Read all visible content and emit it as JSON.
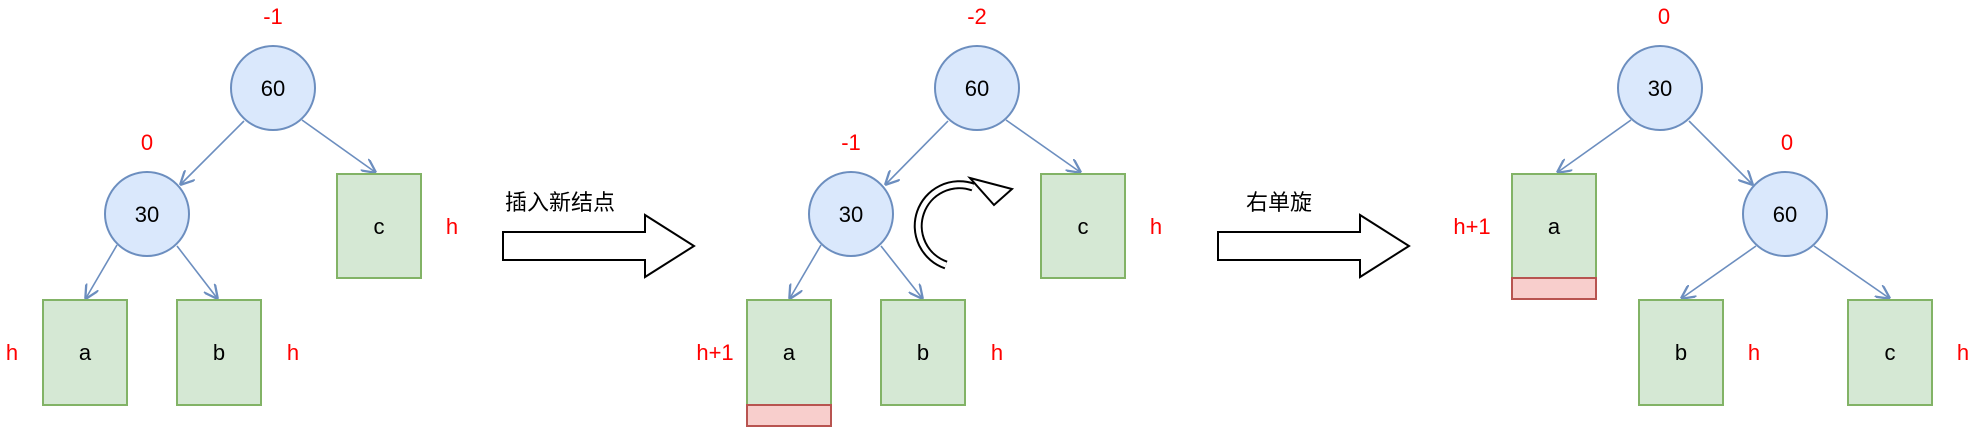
{
  "colors": {
    "node_fill": "#dae8fc",
    "node_stroke": "#6c8ebf",
    "box_fill": "#d5e8d4",
    "box_stroke": "#82b366",
    "ext_fill": "#f8cecc",
    "ext_stroke": "#b85450",
    "balance_text": "#ff0000"
  },
  "stage1": {
    "root": {
      "label": "60",
      "balance": "-1"
    },
    "left": {
      "label": "30",
      "balance": "0"
    },
    "subtrees": {
      "a": {
        "label": "a",
        "height": "h"
      },
      "b": {
        "label": "b",
        "height": "h"
      },
      "c": {
        "label": "c",
        "height": "h"
      }
    }
  },
  "step1": {
    "label": "插入新结点"
  },
  "stage2": {
    "root": {
      "label": "60",
      "balance": "-2"
    },
    "left": {
      "label": "30",
      "balance": "-1"
    },
    "subtrees": {
      "a": {
        "label": "a",
        "height": "h+1"
      },
      "b": {
        "label": "b",
        "height": "h"
      },
      "c": {
        "label": "c",
        "height": "h"
      }
    },
    "rotation_icon": "rotate-clockwise-icon"
  },
  "step2": {
    "label": "右单旋"
  },
  "stage3": {
    "root": {
      "label": "30",
      "balance": "0"
    },
    "right": {
      "label": "60",
      "balance": "0"
    },
    "subtrees": {
      "a": {
        "label": "a",
        "height": "h+1"
      },
      "b": {
        "label": "b",
        "height": "h"
      },
      "c": {
        "label": "c",
        "height": "h"
      }
    }
  }
}
